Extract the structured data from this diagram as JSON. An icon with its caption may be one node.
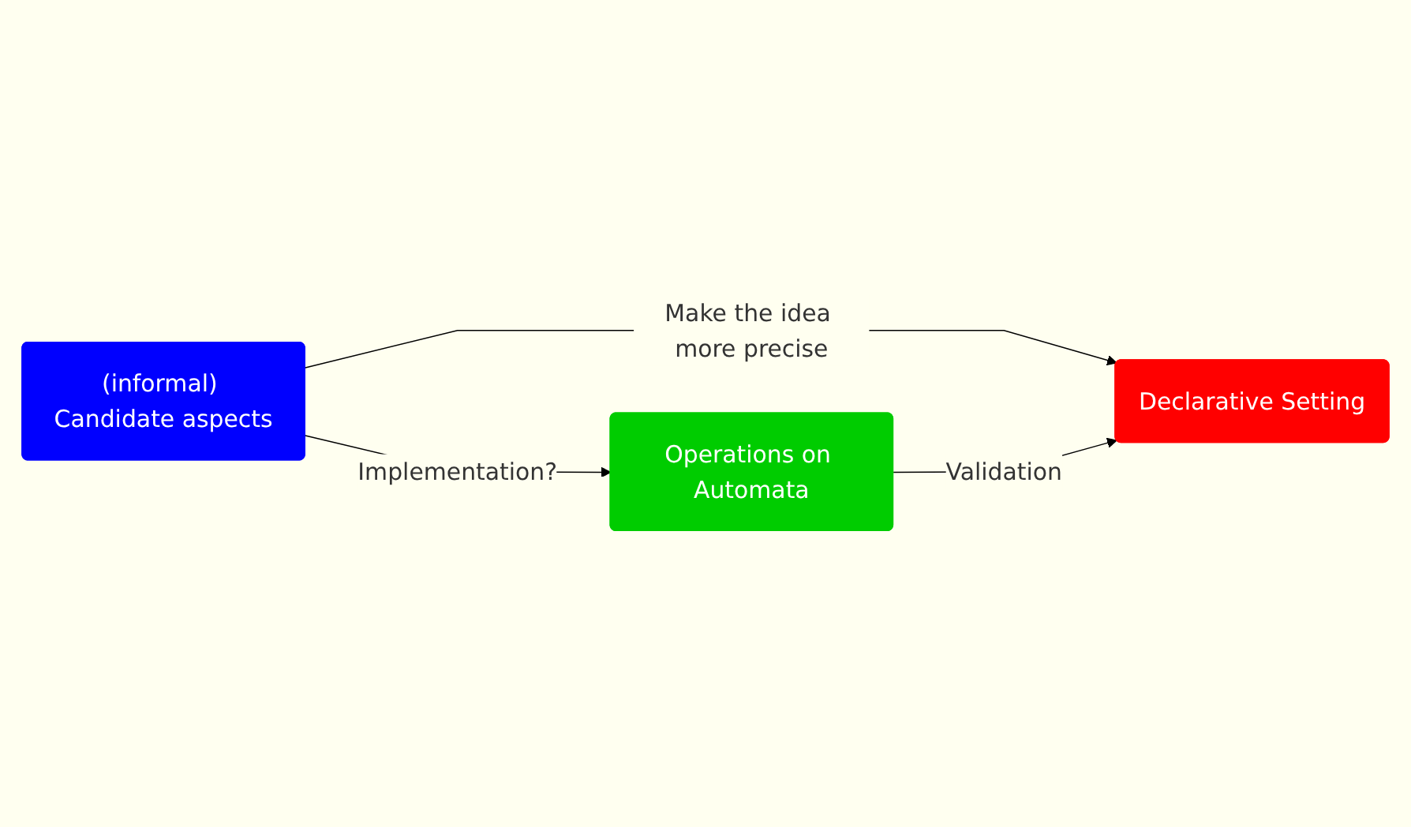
{
  "diagram": {
    "nodes": [
      {
        "text": [
          "(informal) Candidate aspects"
        ]
      },
      {
        "text": [
          "Declarative Setting"
        ]
      },
      {
        "text": [
          "Operations on Automata"
        ]
      }
    ],
    "edges": [
      {
        "from": 0,
        "to": 1,
        "arrow": "to",
        "label": "Make the idea more precise"
      },
      {
        "from": 0,
        "to": 2,
        "arrow": "to",
        "label": "Implementation?"
      },
      {
        "from": 2,
        "to": 1,
        "arrow": "to",
        "label": "Validation"
      }
    ]
  }
}
